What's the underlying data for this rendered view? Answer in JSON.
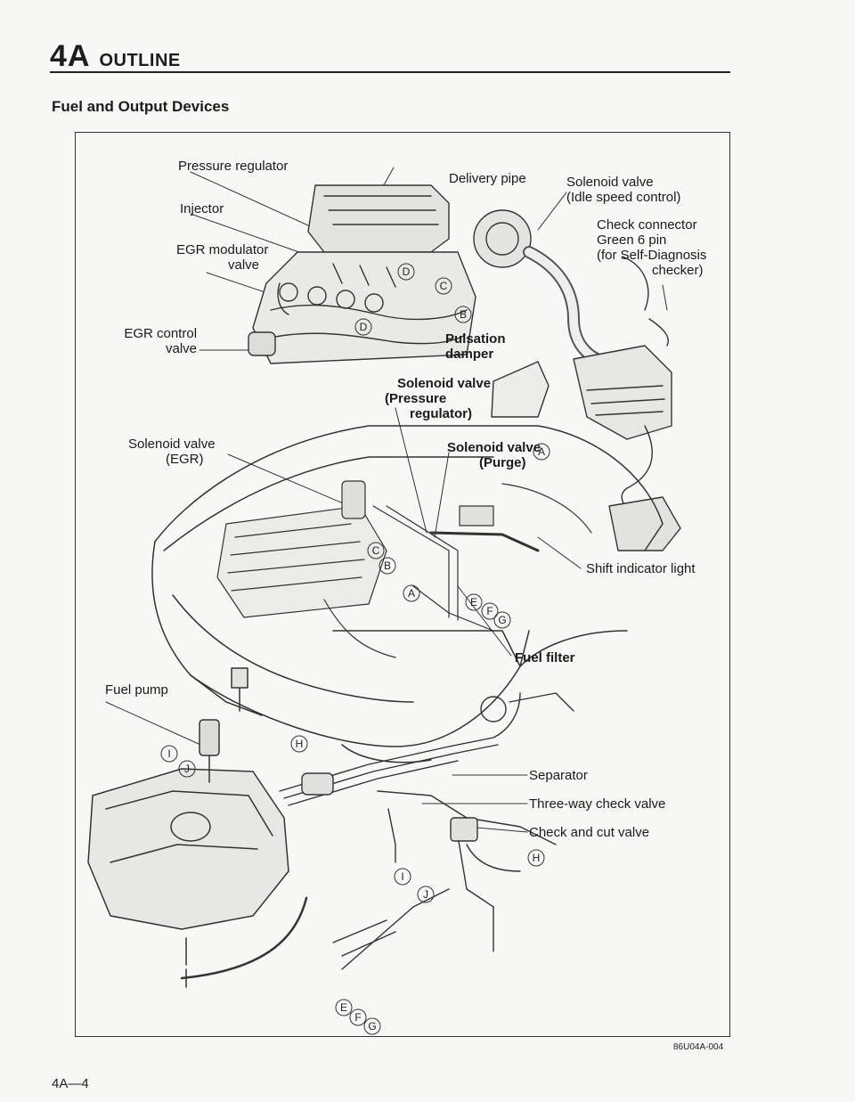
{
  "header": {
    "section": "4A",
    "title": "OUTLINE"
  },
  "subtitle": "Fuel and Output Devices",
  "labels": {
    "pressure_regulator": "Pressure regulator",
    "injector": "Injector",
    "egr_modulator_1": "EGR modulator",
    "egr_modulator_2": "valve",
    "egr_control_1": "EGR control",
    "egr_control_2": "valve",
    "delivery_pipe": "Delivery pipe",
    "solenoid_isc_1": "Solenoid valve",
    "solenoid_isc_2": "(Idle speed control)",
    "check_connector_1": "Check connector",
    "check_connector_2": "Green 6 pin",
    "check_connector_3": "(for Self-Diagnosis",
    "check_connector_4": "checker)",
    "pulsation_1": "Pulsation",
    "pulsation_2": "damper",
    "solenoid_pr_1": "Solenoid valve",
    "solenoid_pr_2": "(Pressure",
    "solenoid_pr_3": "regulator)",
    "solenoid_egr_1": "Solenoid valve",
    "solenoid_egr_2": "(EGR)",
    "solenoid_purge_1": "Solenoid valve",
    "solenoid_purge_2": "(Purge)",
    "shift_indicator": "Shift indicator light",
    "fuel_filter": "Fuel filter",
    "fuel_pump": "Fuel pump",
    "separator": "Separator",
    "three_way": "Three-way check valve",
    "check_cut": "Check and cut valve"
  },
  "callouts": [
    "A",
    "B",
    "C",
    "D",
    "E",
    "F",
    "G",
    "H",
    "I",
    "J"
  ],
  "figure_code": "86U04A-004",
  "page_number": "4A—4"
}
